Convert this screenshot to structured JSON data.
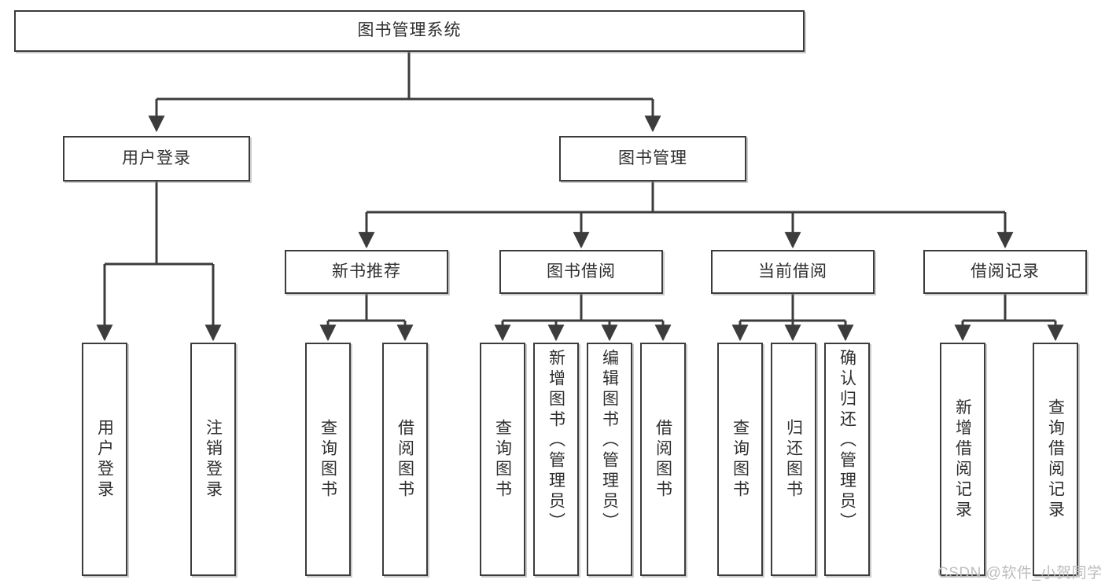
{
  "diagram": {
    "type": "hierarchy-tree",
    "title_node": {
      "label": "图书管理系统"
    },
    "level2": [
      {
        "id": "user-login",
        "label": "用户登录"
      },
      {
        "id": "book-management",
        "label": "图书管理"
      }
    ],
    "level3": [
      {
        "id": "new-book-recommend",
        "label": "新书推荐",
        "parent": "book-management"
      },
      {
        "id": "book-borrow",
        "label": "图书借阅",
        "parent": "book-management"
      },
      {
        "id": "current-borrow",
        "label": "当前借阅",
        "parent": "book-management"
      },
      {
        "id": "borrow-record",
        "label": "借阅记录",
        "parent": "book-management"
      }
    ],
    "leaves": [
      {
        "id": "leaf-user-login",
        "label": "用户登录",
        "parent": "user-login"
      },
      {
        "id": "leaf-logout-login",
        "label": "注销登录",
        "parent": "user-login"
      },
      {
        "id": "leaf-query-book-1",
        "label": "查询图书",
        "parent": "new-book-recommend"
      },
      {
        "id": "leaf-borrow-book-1",
        "label": "借阅图书",
        "parent": "new-book-recommend"
      },
      {
        "id": "leaf-query-book-2",
        "label": "查询图书",
        "parent": "book-borrow"
      },
      {
        "id": "leaf-add-book-admin",
        "label": "新增图书（管理员）",
        "parent": "book-borrow"
      },
      {
        "id": "leaf-edit-book-admin",
        "label": "编辑图书（管理员）",
        "parent": "book-borrow"
      },
      {
        "id": "leaf-borrow-book-2",
        "label": "借阅图书",
        "parent": "book-borrow"
      },
      {
        "id": "leaf-query-book-3",
        "label": "查询图书",
        "parent": "current-borrow"
      },
      {
        "id": "leaf-return-book",
        "label": "归还图书",
        "parent": "current-borrow"
      },
      {
        "id": "leaf-confirm-return-admin",
        "label": "确认归还（管理员）",
        "parent": "current-borrow"
      },
      {
        "id": "leaf-add-borrow-record",
        "label": "新增借阅记录",
        "parent": "borrow-record"
      },
      {
        "id": "leaf-query-borrow-record",
        "label": "查询借阅记录",
        "parent": "borrow-record"
      }
    ],
    "colors": {
      "border": "#3c3c3c",
      "text": "#2f2f2f",
      "background": "#ffffff",
      "connector": "#3c3c3c",
      "watermark": "#bdbdbd"
    }
  },
  "watermark": {
    "text": "CSDN @软件_小贺同学"
  }
}
